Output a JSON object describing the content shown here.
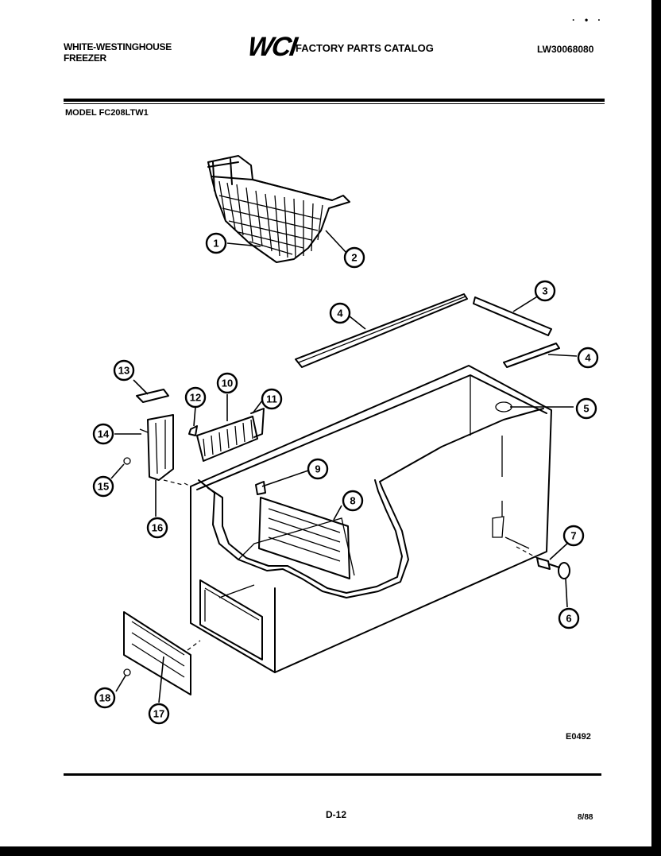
{
  "header": {
    "brand_line1": "WHITE-WESTINGHOUSE",
    "brand_line2": "FREEZER",
    "logo_text": "WCI",
    "catalog_title": "FACTORY PARTS CATALOG",
    "doc_number": "LW30068080"
  },
  "model_label": "MODEL FC208LTW1",
  "callouts": [
    {
      "label": "1"
    },
    {
      "label": "2"
    },
    {
      "label": "3"
    },
    {
      "label": "4"
    },
    {
      "label": "4"
    },
    {
      "label": "5"
    },
    {
      "label": "7"
    },
    {
      "label": "6"
    },
    {
      "label": "8"
    },
    {
      "label": "9"
    },
    {
      "label": "10"
    },
    {
      "label": "11"
    },
    {
      "label": "12"
    },
    {
      "label": "13"
    },
    {
      "label": "14"
    },
    {
      "label": "15"
    },
    {
      "label": "16"
    },
    {
      "label": "18"
    },
    {
      "label": "17"
    }
  ],
  "figure_code": "E0492",
  "footer": {
    "page_code": "D-12",
    "date": "8/88"
  }
}
